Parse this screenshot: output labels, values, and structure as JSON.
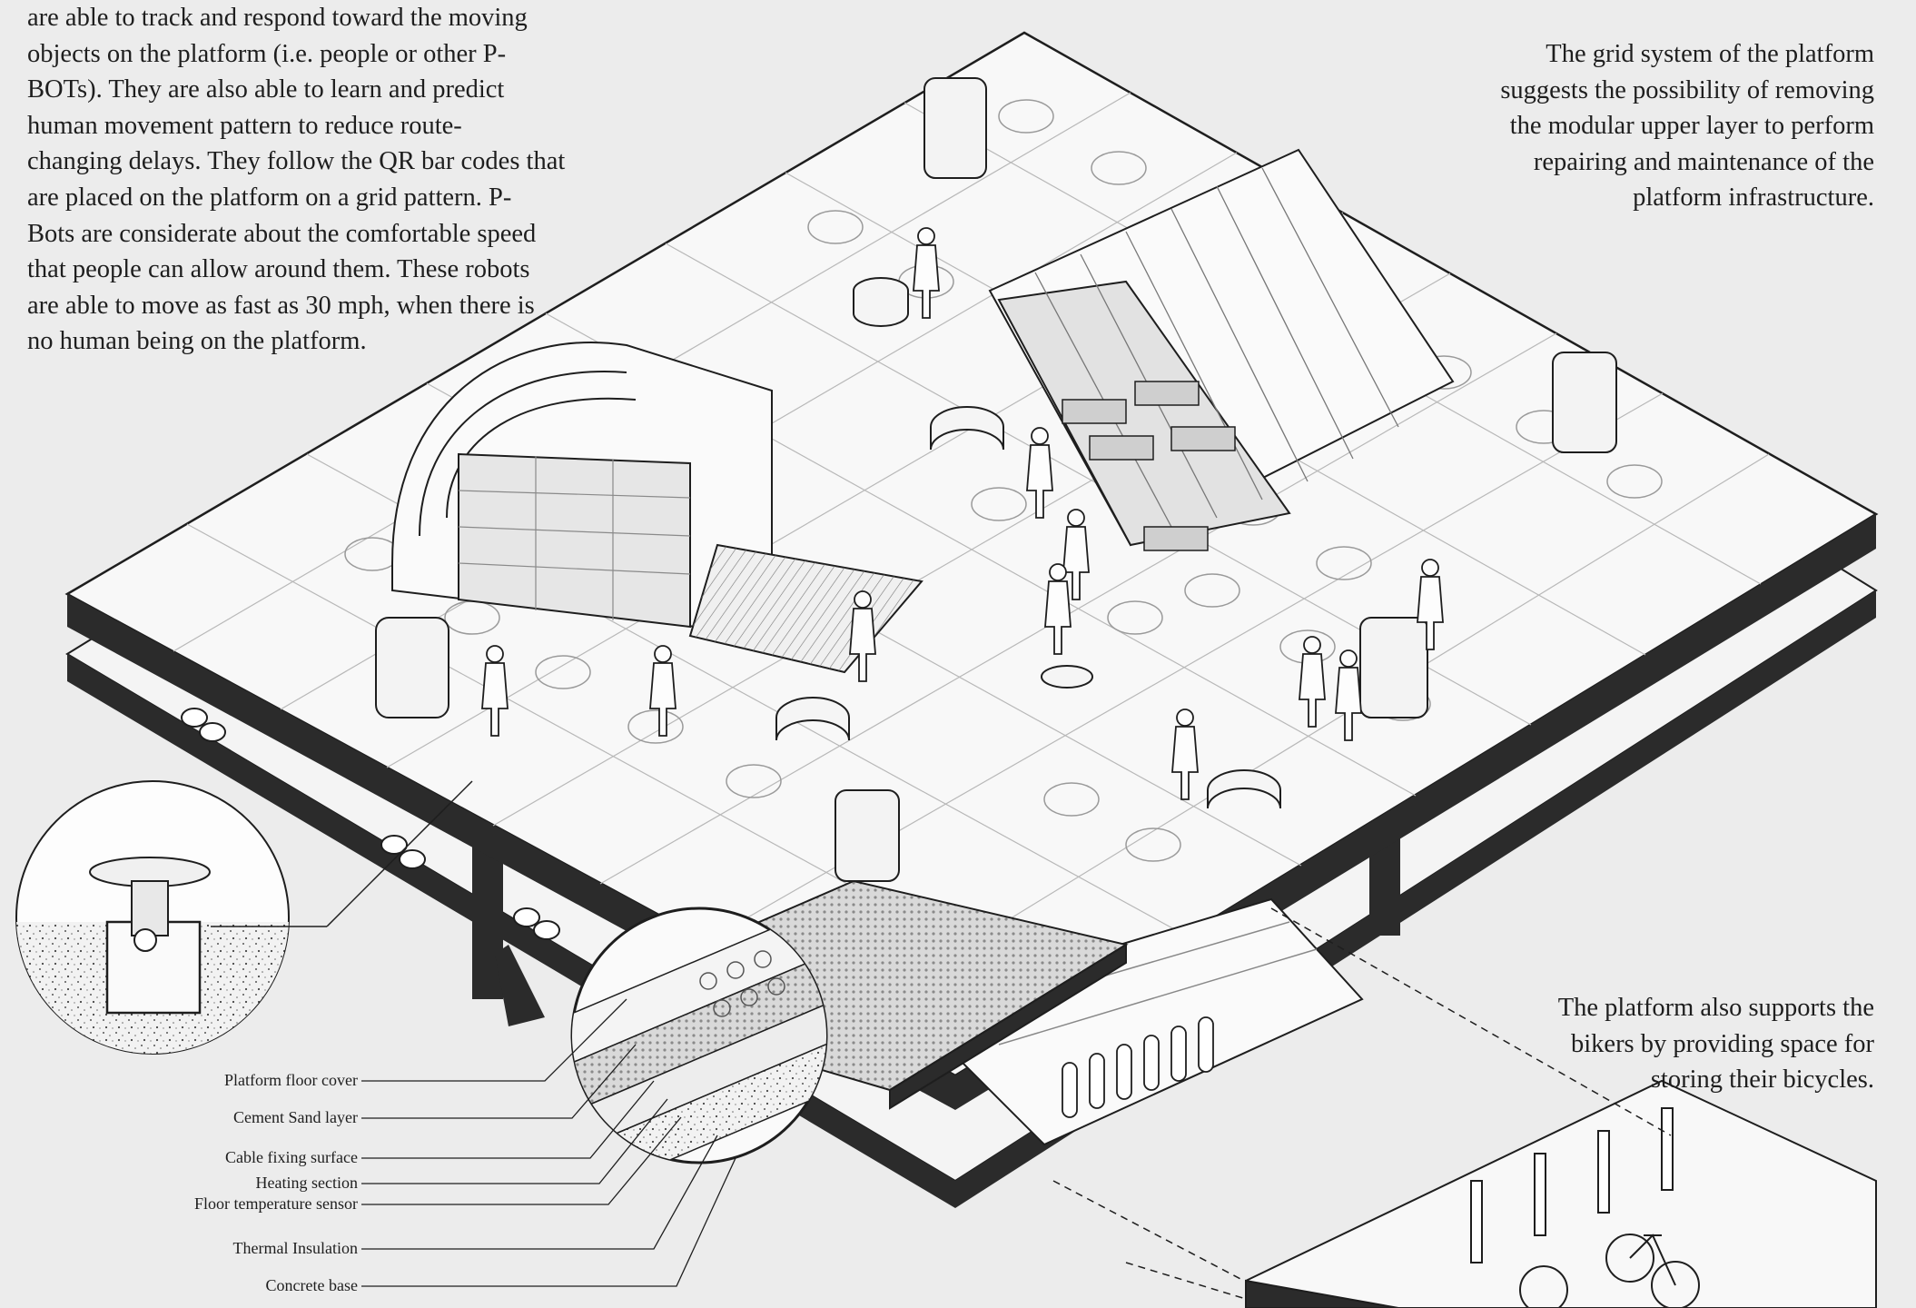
{
  "intro_text": {
    "lines": [
      "are able to track and respond toward the moving",
      "objects on the platform (i.e. people or other P-",
      "BOTs). They are also able to learn and predict",
      "human movement pattern to reduce route-",
      "changing delays. They follow the QR bar codes that",
      "are placed on the platform on a grid pattern. P-",
      "Bots are considerate about the comfortable speed",
      "that people can allow around them. These robots",
      "are able to move as fast as 30 mph, when there is",
      "no human being on the platform."
    ]
  },
  "grid_note": {
    "lines": [
      "The grid system of the platform",
      "suggests the possibility of removing",
      "the modular upper layer to perform",
      "repairing and maintenance of the",
      "platform infrastructure."
    ]
  },
  "bike_note": {
    "lines": [
      "The platform also supports the",
      "bikers by providing space for",
      "storing their bicycles."
    ]
  },
  "layers": [
    "Platform floor cover",
    "Cement Sand layer",
    "Cable fixing surface",
    "Heating section",
    "Floor temperature sensor",
    "Thermal Insulation",
    "Concrete base"
  ],
  "colors": {
    "background": "#ececec",
    "platform_top": "#f7f7f7",
    "slab": "#2b2b2b",
    "line": "#1e1e1e",
    "grid": "#b5b5b5"
  }
}
